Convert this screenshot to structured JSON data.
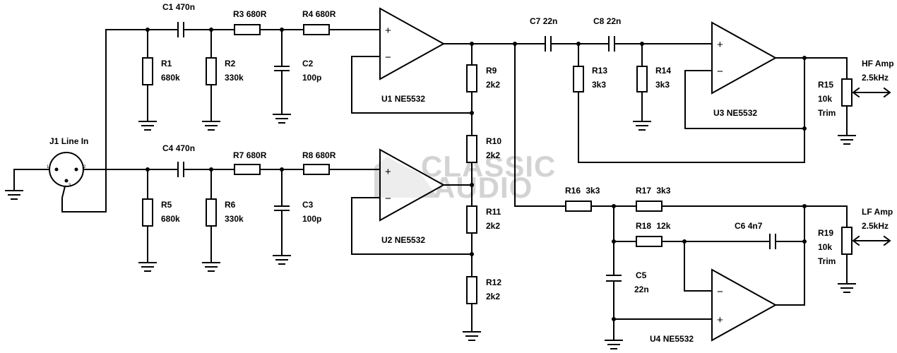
{
  "components": {
    "J1": {
      "ref": "J1",
      "name": "Line In"
    },
    "C1": {
      "ref": "C1",
      "value": "470n"
    },
    "C4": {
      "ref": "C4",
      "value": "470n"
    },
    "R3": {
      "ref": "R3",
      "value": "680R"
    },
    "R4": {
      "ref": "R4",
      "value": "680R"
    },
    "R7": {
      "ref": "R7",
      "value": "680R"
    },
    "R8": {
      "ref": "R8",
      "value": "680R"
    },
    "R1": {
      "ref": "R1",
      "value": "680k"
    },
    "R2": {
      "ref": "R2",
      "value": "330k"
    },
    "C2": {
      "ref": "C2",
      "value": "100p"
    },
    "R5": {
      "ref": "R5",
      "value": "680k"
    },
    "R6": {
      "ref": "R6",
      "value": "330k"
    },
    "C3": {
      "ref": "C3",
      "value": "100p"
    },
    "U1": {
      "ref": "U1",
      "value": "NE5532"
    },
    "U2": {
      "ref": "U2",
      "value": "NE5532"
    },
    "R9": {
      "ref": "R9",
      "value": "2k2"
    },
    "R10": {
      "ref": "R10",
      "value": "2k2"
    },
    "R11": {
      "ref": "R11",
      "value": "2k2"
    },
    "R12": {
      "ref": "R12",
      "value": "2k2"
    },
    "C7": {
      "ref": "C7",
      "value": "22n"
    },
    "C8": {
      "ref": "C8",
      "value": "22n"
    },
    "R13": {
      "ref": "R13",
      "value": "3k3"
    },
    "R14": {
      "ref": "R14",
      "value": "3k3"
    },
    "U3": {
      "ref": "U3",
      "value": "NE5532"
    },
    "R15": {
      "ref": "R15",
      "value": "10k",
      "note": "Trim"
    },
    "R16": {
      "ref": "R16",
      "value": "3k3"
    },
    "R17": {
      "ref": "R17",
      "value": "3k3"
    },
    "R18": {
      "ref": "R18",
      "value": "12k"
    },
    "C6": {
      "ref": "C6",
      "value": "4n7"
    },
    "C5": {
      "ref": "C5",
      "value": "22n"
    },
    "U4": {
      "ref": "U4",
      "value": "NE5532"
    },
    "R19": {
      "ref": "R19",
      "value": "10k",
      "note": "Trim"
    }
  },
  "outputs": {
    "hf": {
      "line1": "HF Amp",
      "line2": "2.5kHz"
    },
    "lf": {
      "line1": "LF Amp",
      "line2": "2.5kHz"
    }
  },
  "opamp_pins": {
    "plus": "+",
    "minus": "−"
  },
  "xlr_pins": {
    "p1": "1",
    "p2": "2",
    "p3": "3"
  },
  "watermark": {
    "line1": "CLASSIC",
    "line2": "AUDIO",
    "color": "#cfcfcf"
  }
}
